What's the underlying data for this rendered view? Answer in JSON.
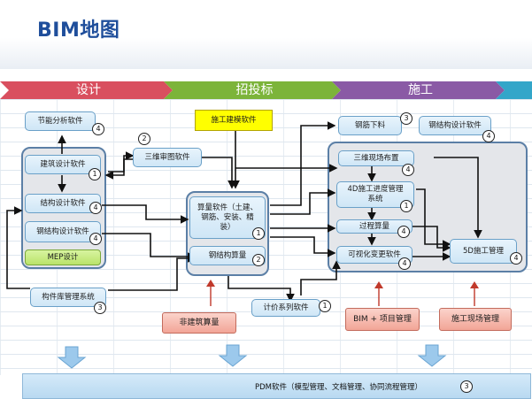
{
  "title": "BIM地图",
  "phases": [
    {
      "label": "设计",
      "color": "#d94f5f"
    },
    {
      "label": "招投标",
      "color": "#7cb43a"
    },
    {
      "label": "施工",
      "color": "#8a5aa5"
    }
  ],
  "nodes": {
    "energy": "节能分析软件",
    "arch": "建筑设计软件",
    "struct": "结构设计软件",
    "steel_design": "钢结构设计软件",
    "mep": "MEP设计",
    "review3d": "三维审图软件",
    "component_lib": "构件库管理系统",
    "construction_model": "施工建模软件",
    "quantity": "算量软件（土建、钢筋、安装、精装）",
    "steel_quantity": "钢结构算量",
    "non_building": "非建筑算量",
    "pricing": "计价系列软件",
    "rebar": "钢筋下料",
    "steel_struct_design": "钢结构设计软件",
    "site_layout": "三维现场布置",
    "schedule4d": "4D施工进度管理系统",
    "process_quantity": "过程算量",
    "visual_change": "可视化变更软件",
    "mgmt5d": "5D施工管理",
    "bim_project": "BIM + 项目管理",
    "site_mgmt": "施工现场管理",
    "pdm": "PDM软件（模型管理、文档管理、协同流程管理）"
  },
  "badges": {
    "energy": "4",
    "arch": "1",
    "struct": "4",
    "steel_design": "4",
    "review3d": "2",
    "component_lib": "3",
    "quantity": "1",
    "steel_quantity": "2",
    "pricing": "1",
    "rebar": "3",
    "steel_struct_design": "4",
    "site_layout": "4",
    "schedule4d": "1",
    "process_quantity": "4",
    "visual_change": "4",
    "mgmt5d": "4",
    "pdm": "3"
  }
}
